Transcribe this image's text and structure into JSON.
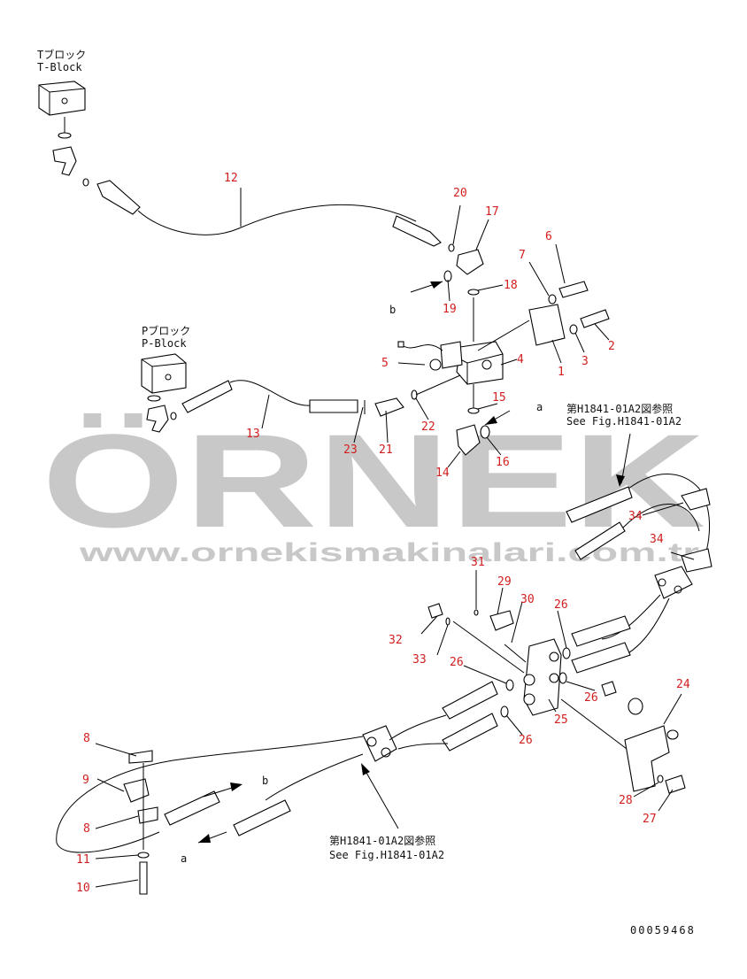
{
  "t_block": {
    "jp": "Tブロック",
    "en": "T-Block"
  },
  "p_block": {
    "jp": "Pブロック",
    "en": "P-Block"
  },
  "refs": {
    "top": {
      "jp": "第H1841-01A2図参照",
      "en": "See Fig.H1841-01A2"
    },
    "bottom": {
      "jp": "第H1841-01A2図参照",
      "en": "See Fig.H1841-01A2"
    }
  },
  "arrows": {
    "a_top": "a",
    "a_bottom": "a",
    "b_top": "b",
    "b_bottom": "b"
  },
  "watermark": {
    "brand": "ÖRNEK",
    "url": "www.ornekismakinalari.com.tr"
  },
  "footer_code": "00059468",
  "labels": {
    "p1": "1",
    "p2": "2",
    "p3": "3",
    "p4": "4",
    "p5": "5",
    "p6": "6",
    "p7": "7",
    "p8a": "8",
    "p8b": "8",
    "p9": "9",
    "p10": "10",
    "p11": "11",
    "p12": "12",
    "p13": "13",
    "p14": "14",
    "p15": "15",
    "p16": "16",
    "p17": "17",
    "p18": "18",
    "p19": "19",
    "p20": "20",
    "p21": "21",
    "p22": "22",
    "p23": "23",
    "p24": "24",
    "p25": "25",
    "p26a": "26",
    "p26b": "26",
    "p26c": "26",
    "p26d": "26",
    "p27": "27",
    "p28": "28",
    "p29": "29",
    "p30": "30",
    "p31": "31",
    "p32": "32",
    "p33": "33",
    "p34a": "34",
    "p34b": "34"
  },
  "colors": {
    "label": "#d21e1e",
    "line": "#000000",
    "watermark": "#c8c8c8"
  }
}
